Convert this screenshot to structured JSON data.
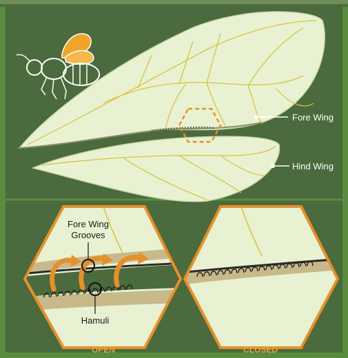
{
  "labels": {
    "fore_wing": "Fore Wing",
    "hind_wing": "Hind Wing",
    "fore_wing_grooves_line1": "Fore Wing",
    "fore_wing_grooves_line2": "Grooves",
    "hamuli": "Hamuli",
    "open": "OPEN",
    "closed": "CLOSED"
  },
  "colors": {
    "background": "#4b6a3d",
    "border": "#5a8c3f",
    "wing_fill": "#e8f2d2",
    "wing_vein": "#d9c23a",
    "accent_orange": "#e5902a",
    "label_white": "#ffffff",
    "inset_caption": "#e8a33a"
  },
  "icons": {
    "bee": "bee-outline-icon",
    "zoom_marker": "dashed-hexagon-icon",
    "motion_arrows": "curved-arrow-icon"
  }
}
